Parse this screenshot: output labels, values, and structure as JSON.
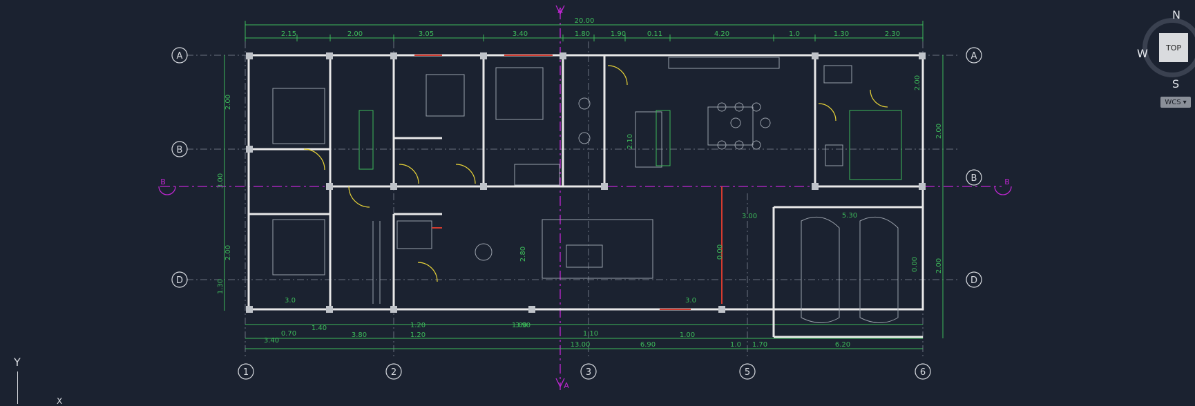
{
  "drawing": {
    "overall_dimension": "20.00",
    "top_dims": [
      "2.15",
      "2.00",
      "3.05",
      "3.40",
      "1.80",
      "1.90",
      "0.11",
      "4.20",
      "1.0",
      "1.30",
      "2.30"
    ],
    "bottom_dims_row1": [
      "1.40",
      "1.20",
      "1.00",
      "3.0",
      "3.0"
    ],
    "bottom_dims_row2": [
      "0.70",
      "3.80",
      "1.20",
      "3.90",
      "1.10",
      "1.00"
    ],
    "bottom_dims_row3": [
      "3.40",
      "13.00",
      "6.90",
      "1.0",
      "1.70",
      "6.20"
    ],
    "left_dims": [
      "2.00",
      "3.00",
      "2.00",
      "1.30"
    ],
    "right_dims": [
      "2.00",
      "2.00",
      "2.00"
    ],
    "interior_dims": [
      "2.10",
      "3.00",
      "0.00",
      "2.80",
      "5.30",
      "0.00"
    ],
    "grid_rows_left": [
      "A",
      "B",
      "D"
    ],
    "grid_rows_right": [
      "A",
      "B",
      "D"
    ],
    "grid_cols": [
      "1",
      "2",
      "3",
      "5",
      "6"
    ],
    "section_markers": [
      "A",
      "A",
      "B",
      "B"
    ]
  },
  "viewcube": {
    "north": "N",
    "west": "W",
    "south": "S",
    "face": "TOP"
  },
  "wcs": {
    "label": "WCS"
  },
  "ucs": {
    "y": "Y",
    "x": "X"
  },
  "colors": {
    "background": "#1b2230",
    "walls": "#e8e8e8",
    "dimension": "#3dbb5a",
    "section": "#c026d3",
    "accent_red": "#d43b2f",
    "accent_yellow": "#e9d438"
  }
}
